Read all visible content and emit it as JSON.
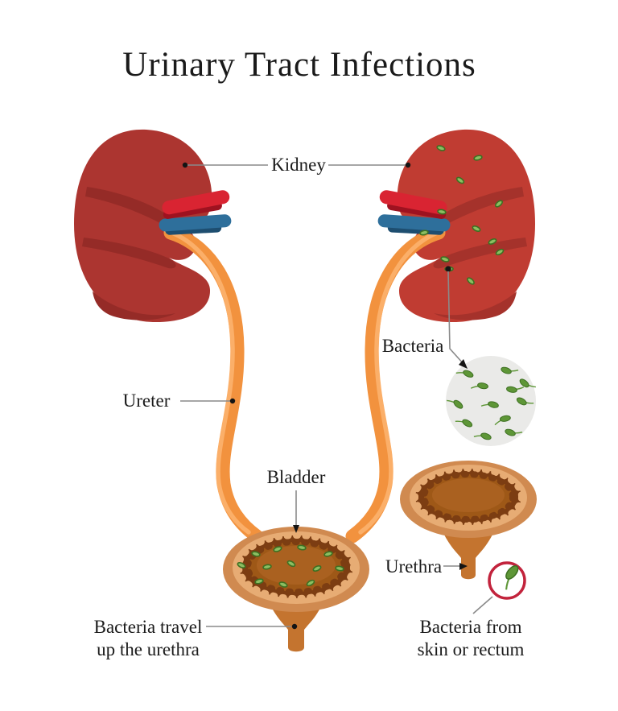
{
  "title": "Urinary Tract Infections",
  "labels": {
    "kidney": "Kidney",
    "ureter": "Ureter",
    "bladder": "Bladder",
    "bacteria": "Bacteria",
    "urethra": "Urethra",
    "bacteria_travel_line1": "Bacteria travel",
    "bacteria_travel_line2": "up the urethra",
    "bacteria_from_line1": "Bacteria from",
    "bacteria_from_line2": "skin or rectum"
  },
  "colors": {
    "background": "#ffffff",
    "title_text": "#1a1a1a",
    "label_text": "#1b1b1b",
    "leader_line": "#8a8a8a",
    "leader_dot": "#141414",
    "kidney_red": "#AC3530",
    "kidney_shade": "#952B27",
    "kidney_red_right": "#C03C32",
    "kidney_shade_right": "#A5322B",
    "artery_red": "#D92432",
    "artery_dark": "#9E1220",
    "vein_blue": "#2E6F9B",
    "vein_dark": "#1E4E70",
    "ureter_orange": "#F2923E",
    "ureter_highlight": "#FBAF69",
    "bladder_outer": "#D08A50",
    "bladder_band": "#E7AC74",
    "bladder_ring": "#7C3D12",
    "bladder_inner": "#9E5817",
    "bladder_inner_light": "#AA6120",
    "urethra_tube": "#C4742F",
    "microscope_circle": "#EAEAE8",
    "alert_ring_red": "#C2233C",
    "germ_green": "#5E9637",
    "germ_outline": "#3E7022",
    "germ_light": "#8CBE62"
  }
}
